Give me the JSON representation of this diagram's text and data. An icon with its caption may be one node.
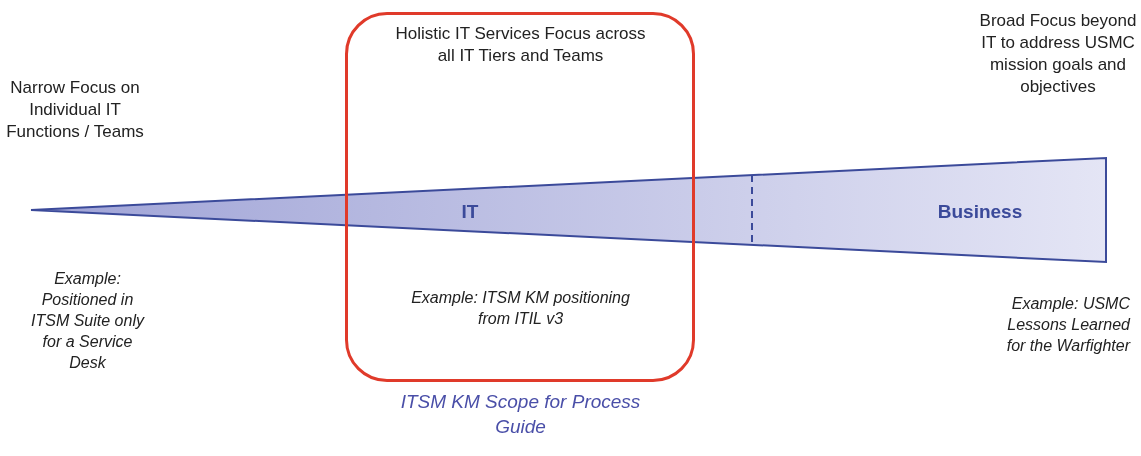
{
  "diagram": {
    "nodes": [
      {
        "text": [
          "Holistic IT Services Focus across all IT Tiers and Teams",
          "Example: ITSM KM positioning from ITIL v3",
          "ITSM KM Scope for Process Guide"
        ]
      },
      {
        "text": [
          "IT",
          "Business"
        ]
      }
    ],
    "edges": [],
    "labels": [
      "Narrow Focus on Individual IT Functions / Teams",
      "Broad Focus beyond IT to address USMC mission goals and objectives",
      "Example: Positioned in ITSM Suite only for a Service Desk",
      "Example: USMC Lessons Learned for the Warfighter"
    ]
  }
}
